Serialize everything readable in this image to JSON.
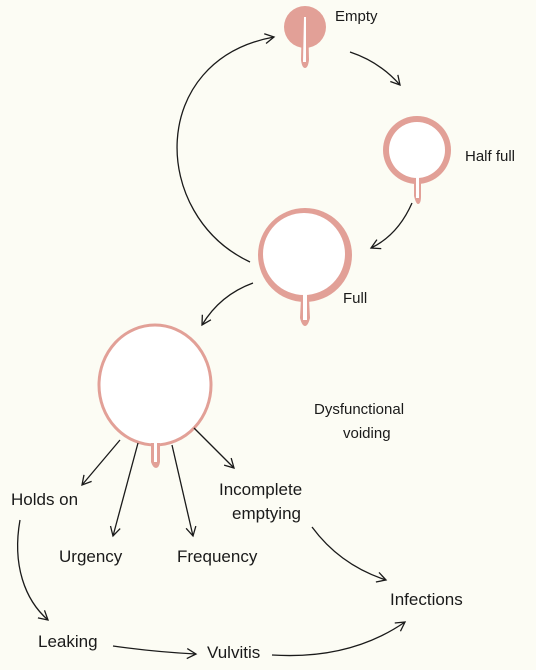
{
  "colors": {
    "background": "#fcfcf4",
    "bladder": "#e2a097",
    "bladder_fill": "#ffffff",
    "arrow": "#1a1a1a",
    "text": "#1a1a1a"
  },
  "cycle": {
    "empty_label": "Empty",
    "half_full_label": "Half full",
    "full_label": "Full"
  },
  "dysfunction": {
    "title_line1": "Dysfunctional",
    "title_line2": "voiding",
    "holds_on": "Holds on",
    "urgency": "Urgency",
    "frequency": "Frequency",
    "incomplete_line1": "Incomplete",
    "incomplete_line2": "emptying",
    "infections": "Infections",
    "leaking": "Leaking",
    "vulvitis": "Vulvitis"
  }
}
